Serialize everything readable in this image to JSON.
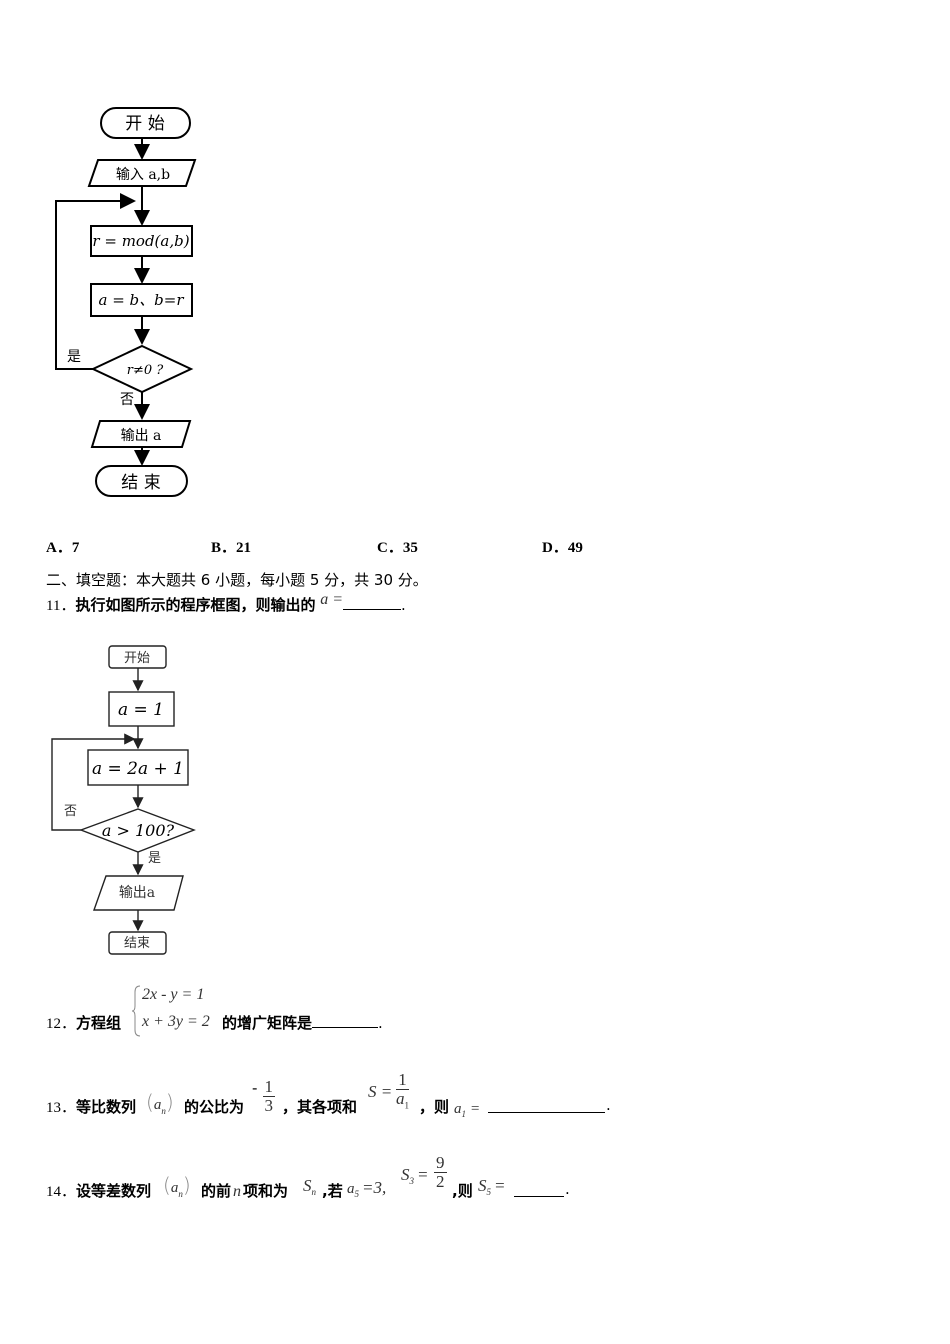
{
  "flowchart1": {
    "start": "开 始",
    "input": "输入 a,b",
    "step1": "r = mod(a,b)",
    "step2": "a = b、b=r",
    "condition": "r≠0 ?",
    "yes": "是",
    "no": "否",
    "output": "输出 a",
    "end": "结 束"
  },
  "options": [
    {
      "label": "A．7"
    },
    {
      "label": "B．21"
    },
    {
      "label": "C．35"
    },
    {
      "label": "D．49"
    }
  ],
  "section_heading": "二、填空题：本大题共 6 小题，每小题 5 分，共 30 分。",
  "q11": {
    "num": "11．",
    "text": "执行如图所示的程序框图，则输出的",
    "var": "a =",
    "end": "."
  },
  "flowchart2": {
    "start": "开始",
    "init": "a = 1",
    "step": "a = 2a + 1",
    "condition": "a > 100?",
    "no": "否",
    "yes": "是",
    "output": "输出a",
    "end": "结束"
  },
  "q12": {
    "num": "12．",
    "text1": "方程组",
    "eq1": "2x - y = 1",
    "eq2": "x + 3y = 2",
    "text2": "的增广矩阵是",
    "end": "."
  },
  "q13": {
    "num": "13．",
    "text1": "等比数列",
    "seq": "a",
    "seq_sub": "n",
    "text2": "的公比为",
    "ratio_sign": "-",
    "ratio_num": "1",
    "ratio_den": "3",
    "text3": "，其各项和",
    "sum_lhs": "S =",
    "sum_num": "1",
    "sum_den": "a",
    "sum_den_sub": "1",
    "text4": "，则",
    "a1": "a",
    "a1_sub": "1",
    "a1_eq": "=",
    "end": "."
  },
  "q14": {
    "num": "14．",
    "text1": "设等差数列",
    "seq": "a",
    "seq_sub": "n",
    "text2": "的前",
    "n": "n",
    "text3": "项和为",
    "Sn": "S",
    "Sn_sub": "n",
    "text4": ",若",
    "a5": "a",
    "a5_sub": "5",
    "a5_val": "=3,",
    "S3": "S",
    "S3_sub": "3",
    "S3_eq": "=",
    "S3_num": "9",
    "S3_den": "2",
    "text5": ",则",
    "S5": "S",
    "S5_sub": "5",
    "S5_eq": "=",
    "end": "."
  }
}
